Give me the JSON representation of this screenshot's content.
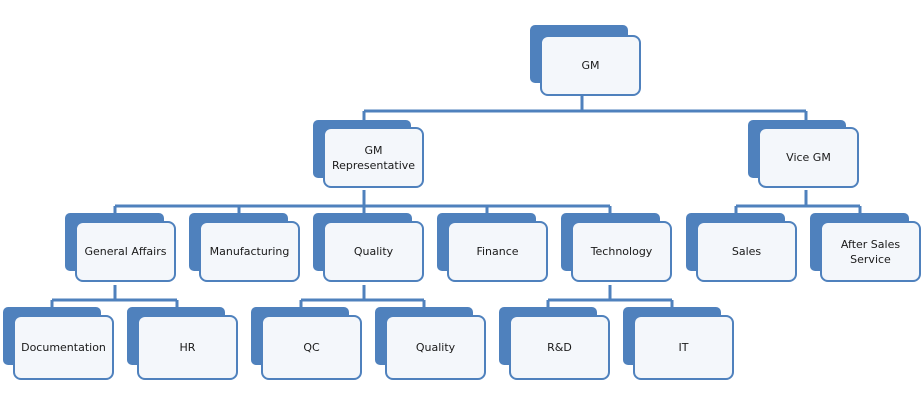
{
  "org_chart": {
    "nodes": [
      {
        "id": "gm",
        "label": "GM"
      },
      {
        "id": "gm-rep",
        "label": "GM\nRepresentative"
      },
      {
        "id": "vice-gm",
        "label": "Vice GM"
      },
      {
        "id": "general-affairs",
        "label": "General Affairs"
      },
      {
        "id": "manufacturing",
        "label": "Manufacturing"
      },
      {
        "id": "quality",
        "label": "Quality"
      },
      {
        "id": "finance",
        "label": "Finance"
      },
      {
        "id": "technology",
        "label": "Technology"
      },
      {
        "id": "sales",
        "label": "Sales"
      },
      {
        "id": "after-sales",
        "label": "After Sales\nService"
      },
      {
        "id": "documentation",
        "label": "Documentation"
      },
      {
        "id": "hr",
        "label": "HR"
      },
      {
        "id": "qc",
        "label": "QC"
      },
      {
        "id": "quality-sub",
        "label": "Quality"
      },
      {
        "id": "rnd",
        "label": "R&D"
      },
      {
        "id": "it",
        "label": "IT"
      }
    ],
    "colors": {
      "accent": "#4f81bd",
      "box_fill": "#f4f7fb",
      "line": "#4f81bd",
      "text": "#1a1a1a"
    }
  }
}
